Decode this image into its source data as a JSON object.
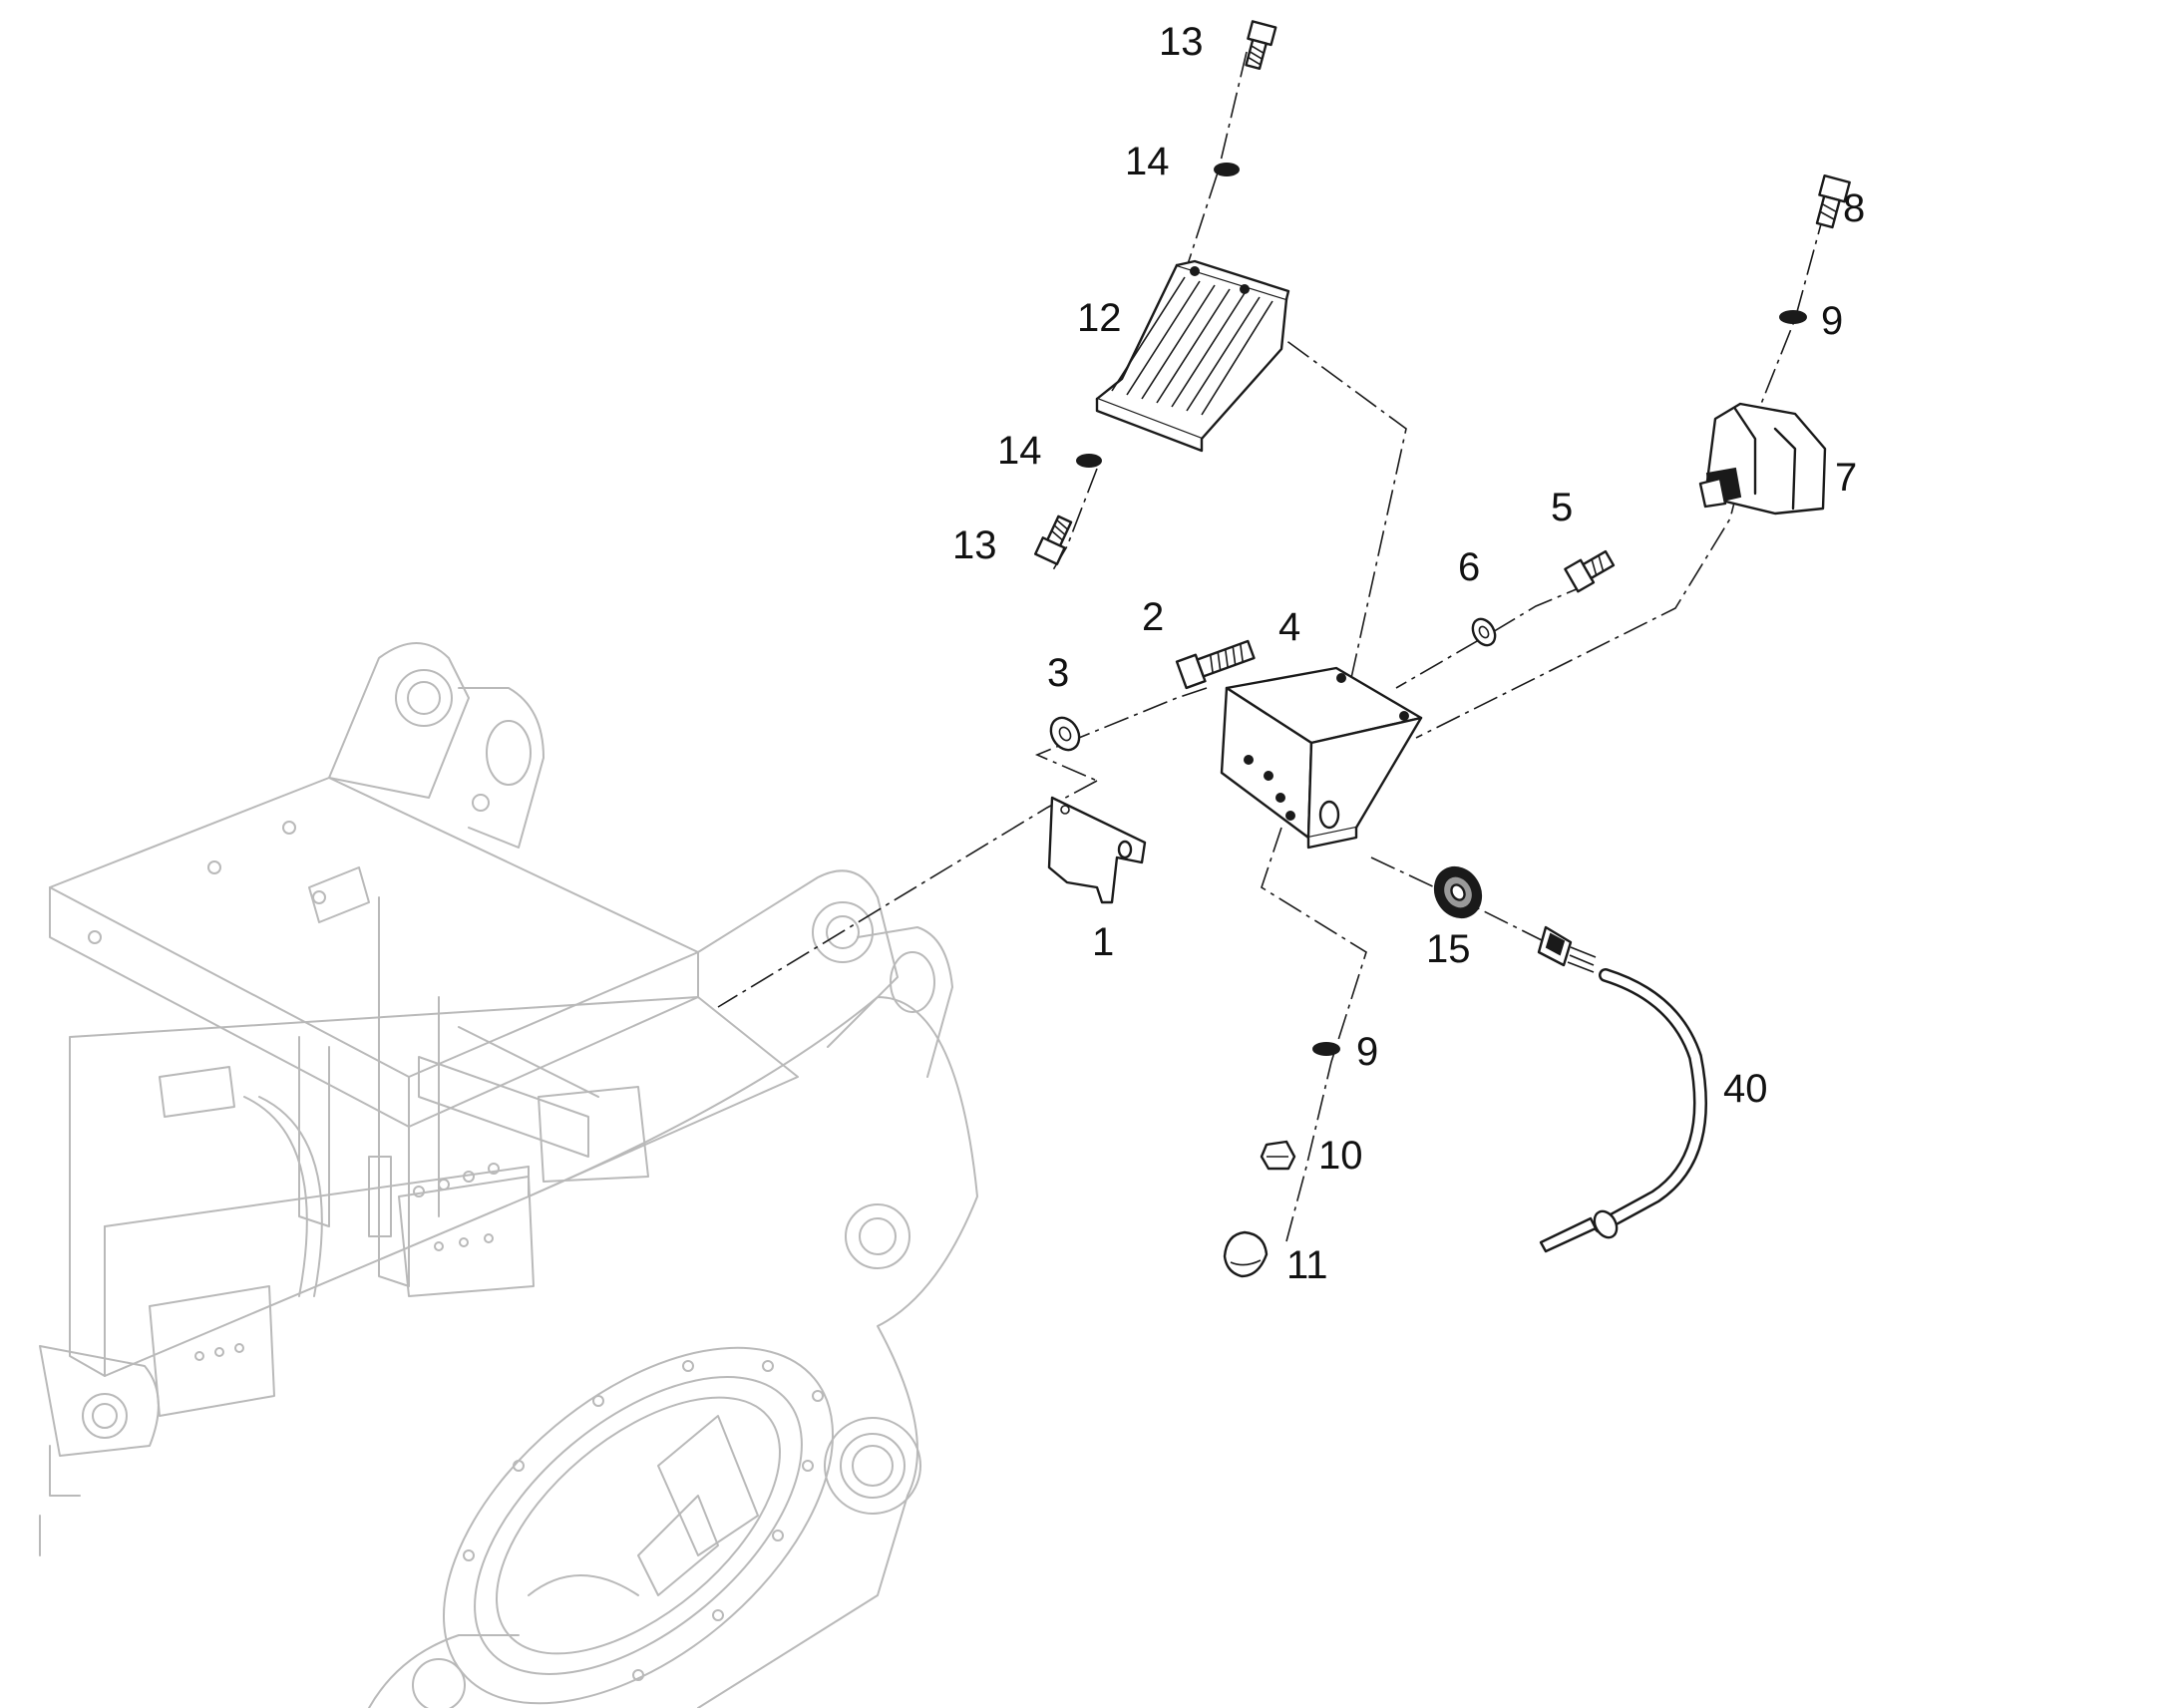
{
  "callouts": [
    {
      "id": "c1",
      "label": "1"
    },
    {
      "id": "c2",
      "label": "2"
    },
    {
      "id": "c3",
      "label": "3"
    },
    {
      "id": "c4",
      "label": "4"
    },
    {
      "id": "c5",
      "label": "5"
    },
    {
      "id": "c6",
      "label": "6"
    },
    {
      "id": "c7",
      "label": "7"
    },
    {
      "id": "c8",
      "label": "8"
    },
    {
      "id": "c9a",
      "label": "9"
    },
    {
      "id": "c9b",
      "label": "9"
    },
    {
      "id": "c10",
      "label": "10"
    },
    {
      "id": "c11",
      "label": "11"
    },
    {
      "id": "c12",
      "label": "12"
    },
    {
      "id": "c13a",
      "label": "13"
    },
    {
      "id": "c13b",
      "label": "13"
    },
    {
      "id": "c14a",
      "label": "14"
    },
    {
      "id": "c14b",
      "label": "14"
    },
    {
      "id": "c15",
      "label": "15"
    },
    {
      "id": "c40",
      "label": "40"
    }
  ]
}
